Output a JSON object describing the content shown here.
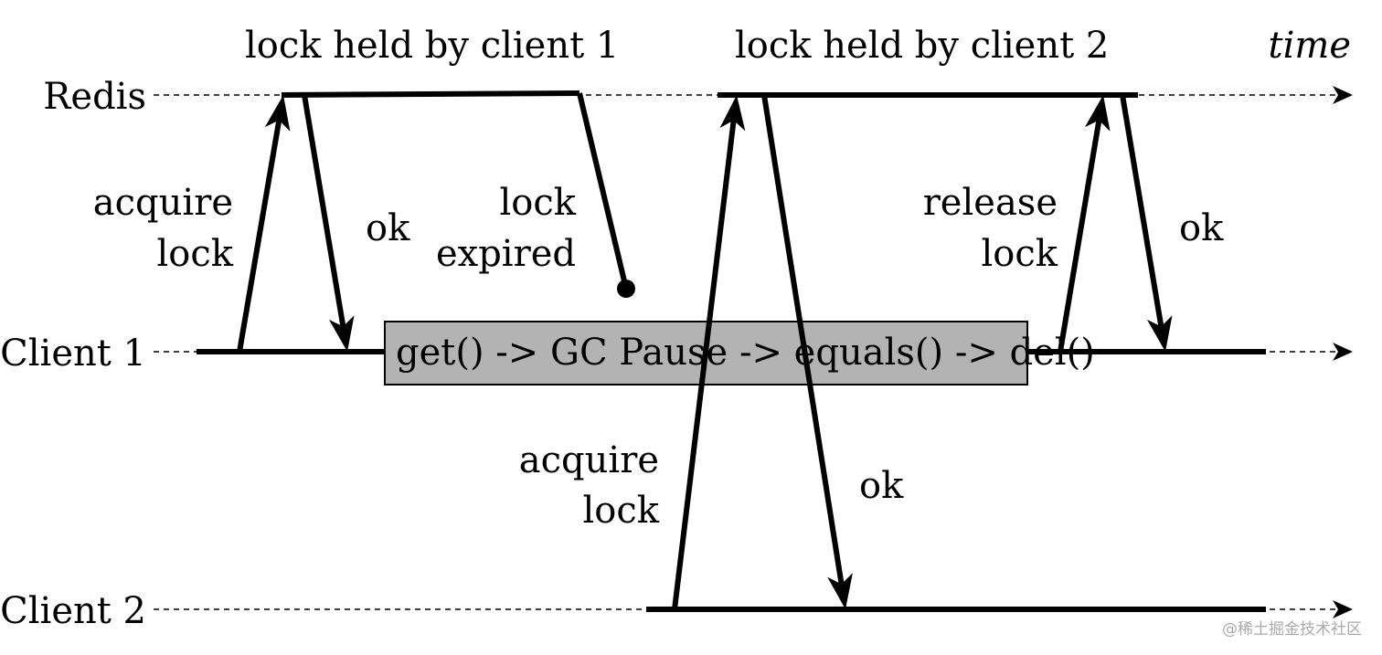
{
  "lanes": {
    "redis": "Redis",
    "client1": "Client 1",
    "client2": "Client 2"
  },
  "headers": {
    "lock1": "lock held by client 1",
    "lock2": "lock held by client 2",
    "time": "time"
  },
  "labels": {
    "acquire1_a": "acquire",
    "acquire1_b": "lock",
    "ok1": "ok",
    "expired_a": "lock",
    "expired_b": "expired",
    "release_a": "release",
    "release_b": "lock",
    "ok3": "ok",
    "acquire2_a": "acquire",
    "acquire2_b": "lock",
    "ok2": "ok"
  },
  "box": {
    "text": "get() -> GC Pause -> equals() -> del()",
    "fill": "#b3b3b3"
  },
  "watermark": "@稀土掘金技术社区"
}
